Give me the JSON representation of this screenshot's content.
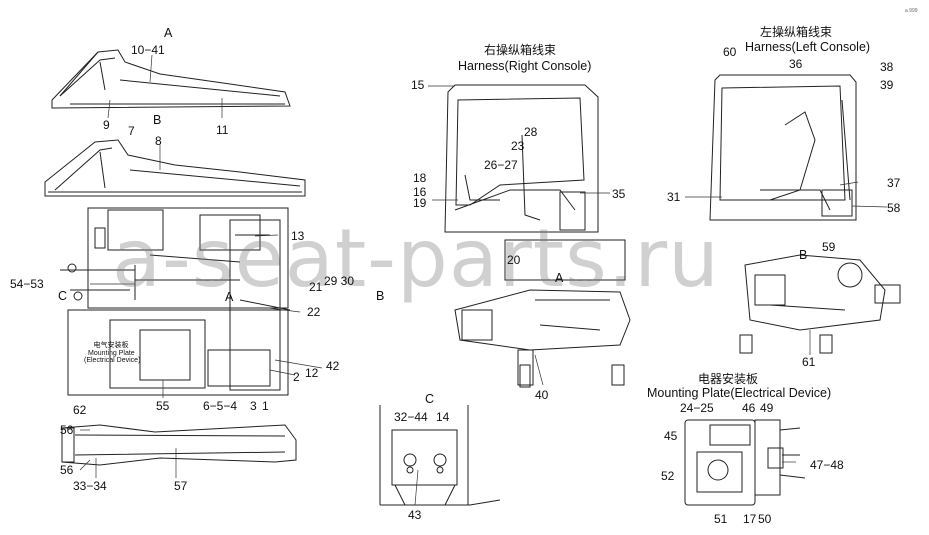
{
  "watermark": "a-seat-parts.ru",
  "corner_mark": "a 999",
  "headers": {
    "right_console_zh": "右操纵箱线束",
    "right_console_en": "Harness(Right Console)",
    "left_console_zh": "左操纵箱线束",
    "left_console_en": "Harness(Left Console)",
    "plate_zh": "电器安装板",
    "plate_en": "Mounting Plate(Electrical Device)",
    "small_plate_zh": "电气安装板",
    "small_plate_en_1": "Mounting Plate",
    "small_plate_en_2": "(Electrical Device)"
  },
  "view_letters": {
    "a_top": "A",
    "b_top": "B",
    "c_left": "C",
    "b_right": "B",
    "a_mid": "A",
    "c_bottom": "C",
    "a_cab": "A",
    "b_right_machine": "B"
  },
  "callouts": {
    "c10_41": "10−41",
    "c9": "9",
    "c11": "11",
    "c7": "7",
    "c8": "8",
    "c13": "13",
    "c54_53": "54−53",
    "c29_30": "29 30",
    "c21": "21",
    "c22": "22",
    "c42": "42",
    "c12": "12",
    "c2": "2",
    "c55": "55",
    "c6_5_4": "6−5−4",
    "c3": "3",
    "c1": "1",
    "c62": "62",
    "c56a": "56",
    "c56b": "56",
    "c33_34": "33−34",
    "c57": "57",
    "c32_44": "32−44",
    "c14": "14",
    "c43": "43",
    "c15": "15",
    "c28": "28",
    "c23": "23",
    "c26_27": "26−27",
    "c18": "18",
    "c16": "16",
    "c19": "19",
    "c35": "35",
    "c20": "20",
    "c40": "40",
    "c60": "60",
    "c36": "36",
    "c38": "38",
    "c39": "39",
    "c31": "31",
    "c37": "37",
    "c58": "58",
    "c59": "59",
    "c61": "61",
    "c24_25": "24−25",
    "c46": "46",
    "c49": "49",
    "c45": "45",
    "c52": "52",
    "c47_48": "47−48",
    "c51": "51",
    "c17": "17",
    "c50": "50"
  }
}
